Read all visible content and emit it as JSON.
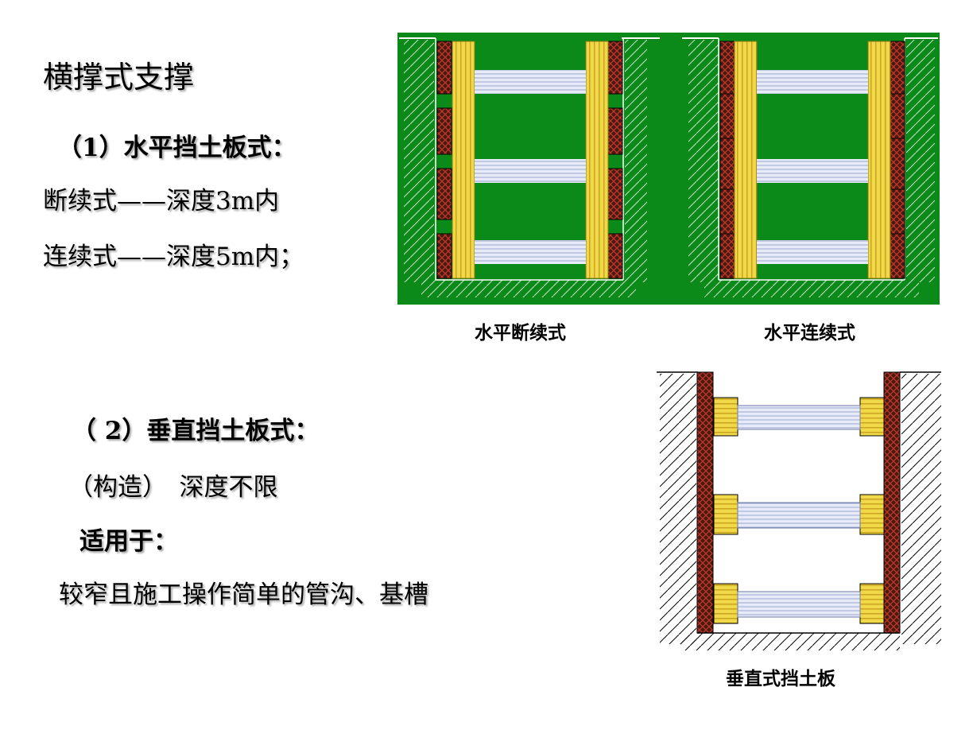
{
  "slide": {
    "title": "横撑式支撑",
    "horizontal_heading": "（1）水平挡土板式：",
    "horizontal_intermittent": "断续式——深度3m内",
    "horizontal_continuous": "连续式——深度5m内；",
    "vertical_heading": "（ 2）垂直挡土板式：",
    "vertical_depth": "（构造）　深度不限",
    "applicable_label": "适用于：",
    "applicable_text": "较窄且施工操作简单的管沟、基槽"
  },
  "diagrams": {
    "caption_horizontal_intermittent": "水平断续式",
    "caption_horizontal_continuous": "水平连续式",
    "caption_vertical": "垂直式挡土板"
  },
  "colors": {
    "panel_green": "#0b8a1a",
    "strut_yellow": "#f0d848",
    "board_brown": "#4a1a12",
    "board_cross": "#c0392b",
    "brace_blue": "#aeb7d8"
  }
}
